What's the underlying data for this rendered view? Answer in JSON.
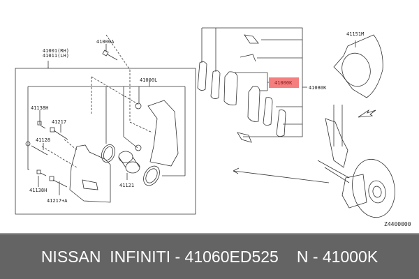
{
  "diagram": {
    "labels": {
      "caliper_assy": [
        "41001(RH)",
        "41011(LH)"
      ],
      "bolt_top": "41000A",
      "bracket": "41000L",
      "bleeder_top": "41138H",
      "pin_bolt": "41217",
      "bleeder_cap": "41128",
      "bleeder_bottom": "41138H",
      "pin_bolt_a": "41217+A",
      "piston": "41121",
      "pad_kit": "41000K",
      "hardware_kit": "41080K",
      "backing_plate": "41151M",
      "diagram_code": "Z4400000"
    },
    "highlight": {
      "part": "41000K",
      "color": "#f57f7f"
    }
  },
  "footer": {
    "brand": "NISSAN  INFINITI - 41060ED525",
    "part_ref": "N - 41000K",
    "bg_color": "#646464"
  }
}
